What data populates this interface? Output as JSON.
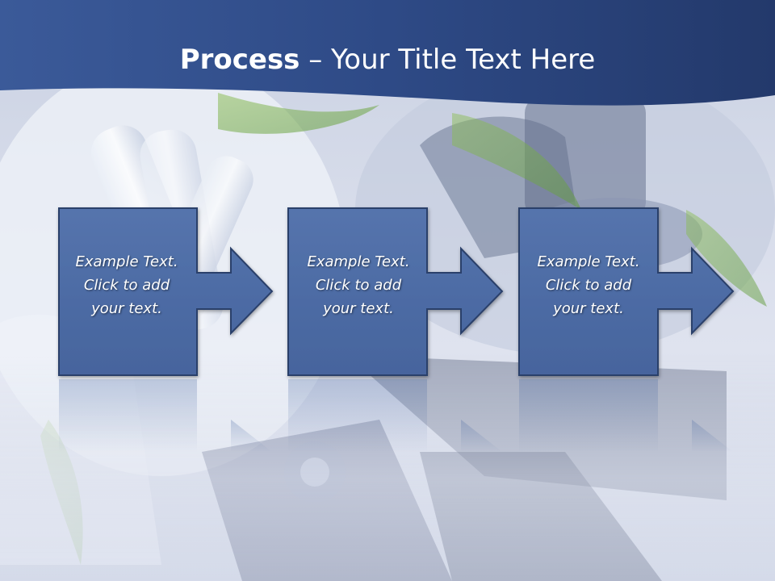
{
  "slide": {
    "title_bold": "Process",
    "title_rest": " – Your Title Text Here"
  },
  "steps": [
    {
      "line1": "Example Text.",
      "line2": "Click  to add",
      "line3": "your text."
    },
    {
      "line1": "Example Text.",
      "line2": "Click  to add",
      "line3": "your text."
    },
    {
      "line1": "Example Text.",
      "line2": "Click  to add",
      "line3": "your text."
    }
  ],
  "colors": {
    "title_bar": "#2e4a86",
    "step_fill": "#4a69a3",
    "step_border": "#2b3f6a",
    "title_text": "#ffffff"
  },
  "icons": [
    "arrow-right-icon"
  ]
}
